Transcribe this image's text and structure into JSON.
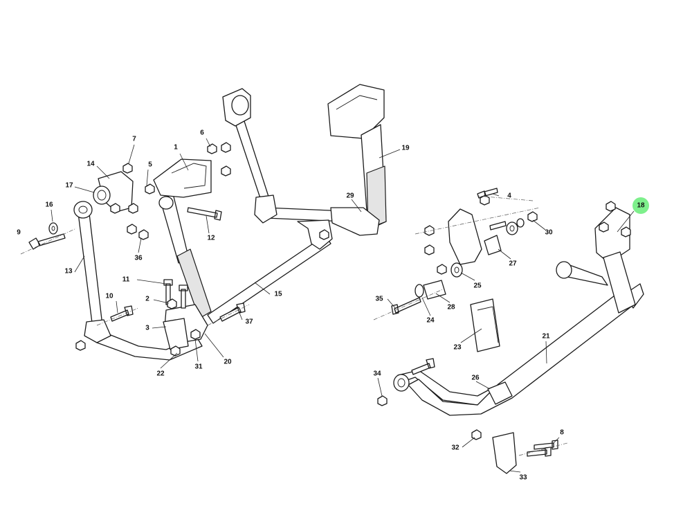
{
  "diagram": {
    "highlight_color": "#7ef08c",
    "highlighted_part": "18",
    "callouts": [
      {
        "id": "c1",
        "label": "1"
      },
      {
        "id": "c2",
        "label": "2"
      },
      {
        "id": "c3",
        "label": "3"
      },
      {
        "id": "c4",
        "label": "4"
      },
      {
        "id": "c5",
        "label": "5"
      },
      {
        "id": "c6",
        "label": "6"
      },
      {
        "id": "c7",
        "label": "7"
      },
      {
        "id": "c8",
        "label": "8"
      },
      {
        "id": "c9",
        "label": "9"
      },
      {
        "id": "c10",
        "label": "10"
      },
      {
        "id": "c11",
        "label": "11"
      },
      {
        "id": "c12",
        "label": "12"
      },
      {
        "id": "c13",
        "label": "13"
      },
      {
        "id": "c14",
        "label": "14"
      },
      {
        "id": "c15",
        "label": "15"
      },
      {
        "id": "c16",
        "label": "16"
      },
      {
        "id": "c17",
        "label": "17"
      },
      {
        "id": "c18",
        "label": "18"
      },
      {
        "id": "c19",
        "label": "19"
      },
      {
        "id": "c20",
        "label": "20"
      },
      {
        "id": "c21",
        "label": "21"
      },
      {
        "id": "c22",
        "label": "22"
      },
      {
        "id": "c23",
        "label": "23"
      },
      {
        "id": "c24",
        "label": "24"
      },
      {
        "id": "c25",
        "label": "25"
      },
      {
        "id": "c26",
        "label": "26"
      },
      {
        "id": "c27",
        "label": "27"
      },
      {
        "id": "c28",
        "label": "28"
      },
      {
        "id": "c29",
        "label": "29"
      },
      {
        "id": "c30",
        "label": "30"
      },
      {
        "id": "c31",
        "label": "31"
      },
      {
        "id": "c32",
        "label": "32"
      },
      {
        "id": "c33",
        "label": "33"
      },
      {
        "id": "c34",
        "label": "34"
      },
      {
        "id": "c35",
        "label": "35"
      },
      {
        "id": "c36",
        "label": "36"
      },
      {
        "id": "c37",
        "label": "37"
      }
    ]
  }
}
